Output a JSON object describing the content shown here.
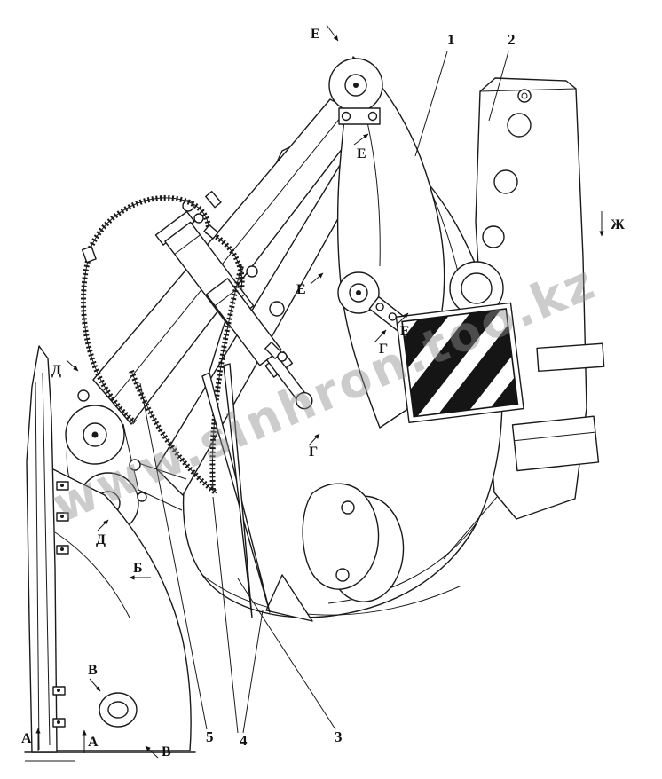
{
  "figure": {
    "watermark": "www.sinhron.too.kz"
  },
  "colors": {
    "line": "#1a1a1a",
    "hazard_stripe": "#151515",
    "watermark": "#8f8f8f",
    "background": "#ffffff"
  },
  "callouts": [
    {
      "label": "1"
    },
    {
      "label": "2"
    },
    {
      "label": "3"
    },
    {
      "label": "4"
    },
    {
      "label": "5"
    }
  ],
  "markers": [
    {
      "label": "Е"
    },
    {
      "label": "Е"
    },
    {
      "label": "Е"
    },
    {
      "label": "Е"
    },
    {
      "label": "Ж"
    },
    {
      "label": "Г"
    },
    {
      "label": "Г"
    },
    {
      "label": "Д"
    },
    {
      "label": "Д"
    },
    {
      "label": "Б"
    },
    {
      "label": "В"
    },
    {
      "label": "В"
    },
    {
      "label": "А"
    },
    {
      "label": "А"
    }
  ]
}
